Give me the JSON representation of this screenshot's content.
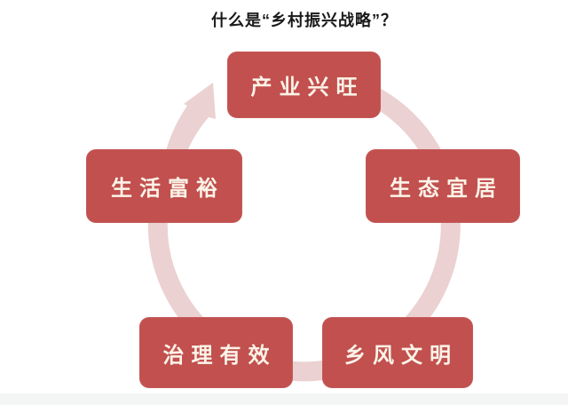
{
  "title": "什么是“乡村振兴战略”？",
  "diagram": {
    "type": "cycle",
    "direction": "clockwise",
    "nodes": [
      {
        "label": "产业兴旺",
        "position": "top"
      },
      {
        "label": "生态宜居",
        "position": "right"
      },
      {
        "label": "乡风文明",
        "position": "bottom-right"
      },
      {
        "label": "治理有效",
        "position": "bottom-left"
      },
      {
        "label": "生活富裕",
        "position": "left"
      }
    ],
    "colors": {
      "node_fill": "#c1504e",
      "node_text": "#fbf3e8",
      "ring": "#ebd1d1",
      "title_text": "#1a1a1a",
      "footer_strip": "#f4f5f5"
    }
  }
}
